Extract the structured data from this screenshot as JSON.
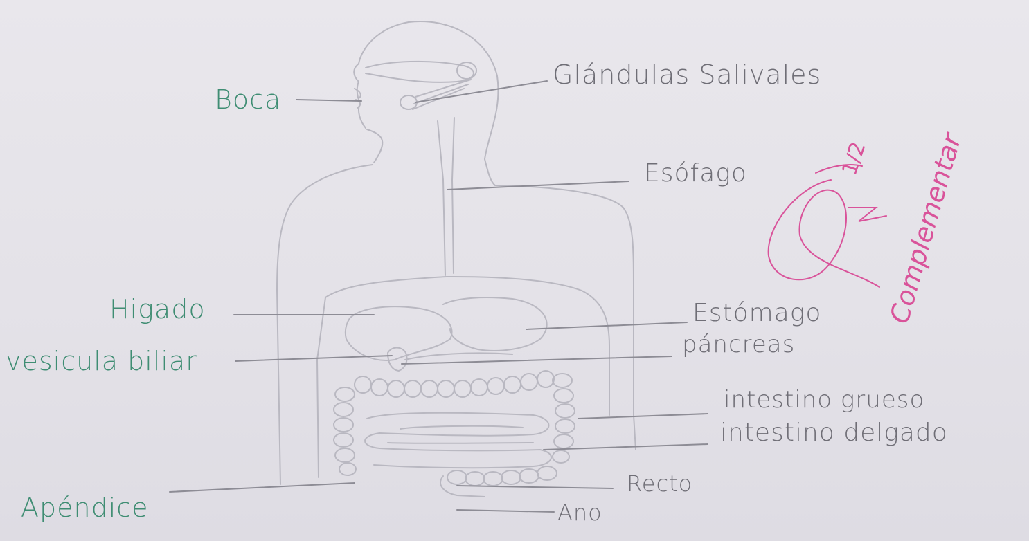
{
  "labels": {
    "boca": "Boca",
    "glandulas": "Glándulas Salivales",
    "esofago": "Esófago",
    "higado": "Higado",
    "vesicula": "vesicula biliar",
    "estomago": "Estómago",
    "pancreas": "páncreas",
    "intestino_grueso": "intestino grueso",
    "intestino_delgado": "intestino delgado",
    "apendice": "Apéndice",
    "recto": "Recto",
    "ano": "Ano"
  },
  "annotation": {
    "grade": "1/2",
    "word": "Complementar"
  },
  "colors": {
    "paper": "#e6e4e9",
    "pencil": "#b9b8c1",
    "green_ink": "#3f8d73",
    "gray_ink": "#6f6e76",
    "pink_ink": "#d9539a"
  }
}
